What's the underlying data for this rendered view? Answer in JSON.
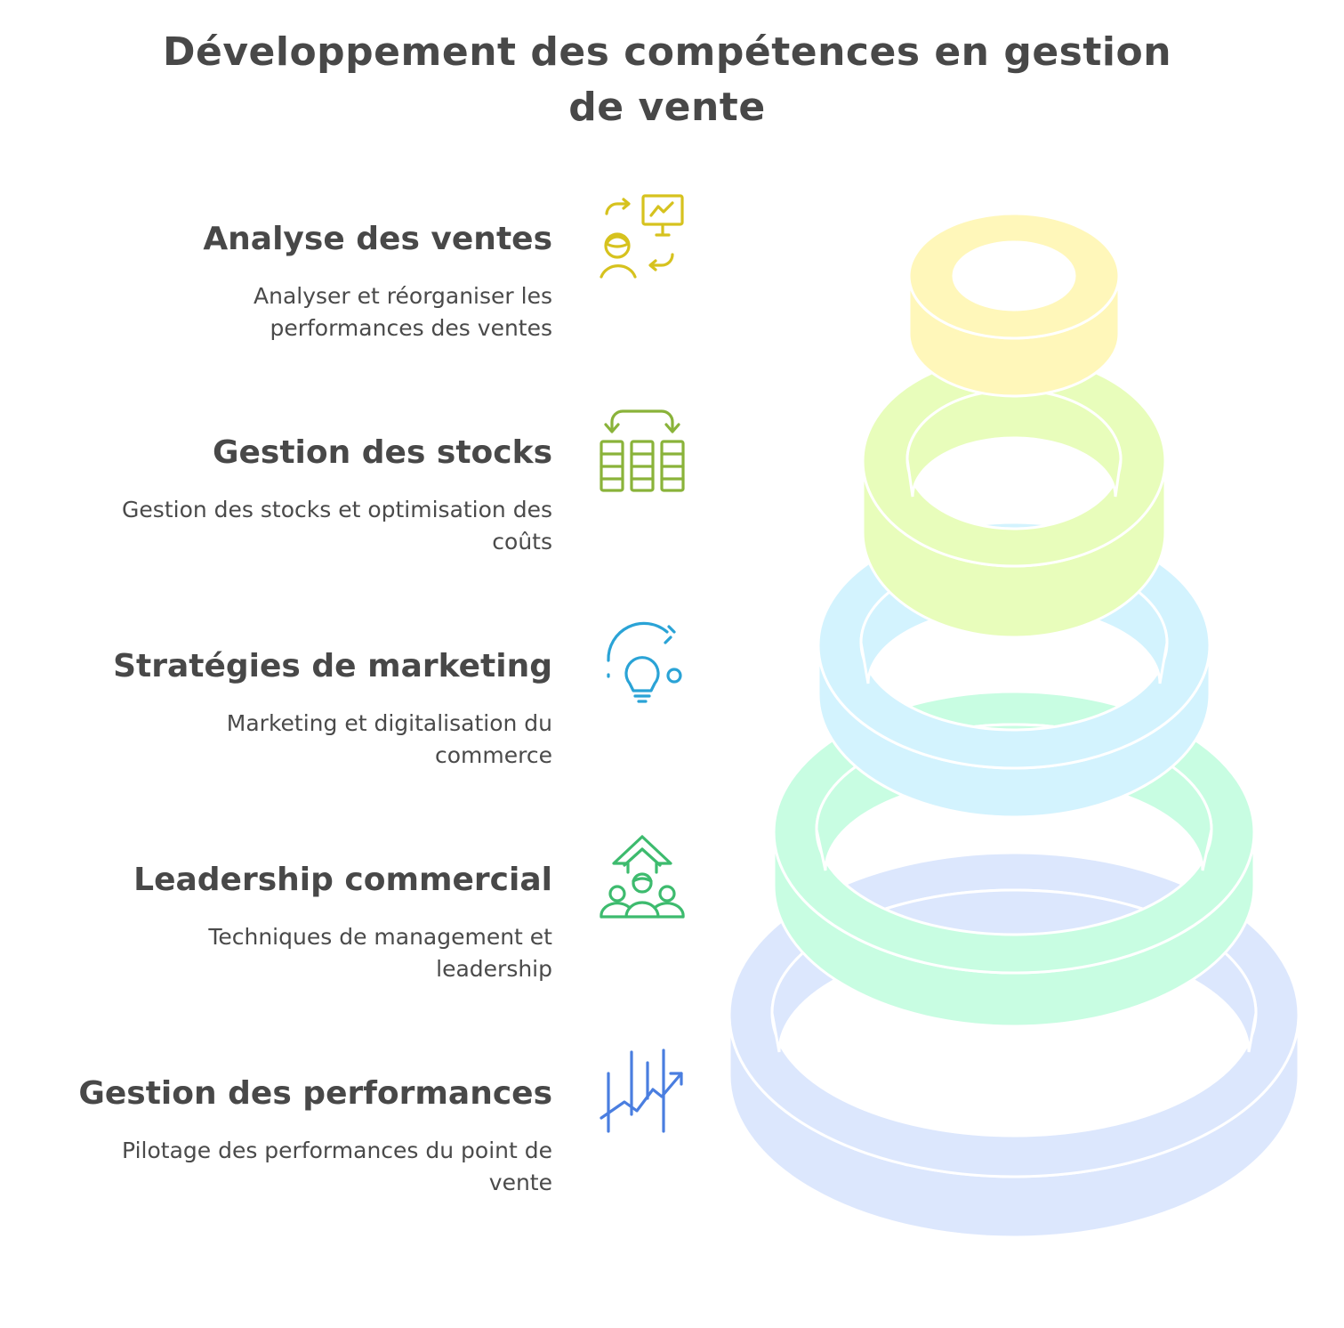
{
  "title": {
    "line1": "Développement des compétences en gestion",
    "line2": "de vente"
  },
  "levels": [
    {
      "heading": "Analyse des ventes",
      "desc_line1": "Analyser et réorganiser les",
      "desc_line2": "performances des ventes",
      "icon": "presentation-analysis-icon",
      "color": "#d6c21e",
      "ring_fill": "#fff7ba"
    },
    {
      "heading": "Gestion des stocks",
      "desc_line1": "Gestion des stocks et optimisation des",
      "desc_line2": "coûts",
      "icon": "inventory-grid-icon",
      "color": "#8ab33a",
      "ring_fill": "#e8fdbb"
    },
    {
      "heading": "Stratégies de marketing",
      "desc_line1": "Marketing et digitalisation du",
      "desc_line2": "commerce",
      "icon": "lightbulb-idea-icon",
      "color": "#2aa3d6",
      "ring_fill": "#d3f3fe"
    },
    {
      "heading": "Leadership commercial",
      "desc_line1": "Techniques de management et",
      "desc_line2": "leadership",
      "icon": "team-growth-icon",
      "color": "#3dbb6e",
      "ring_fill": "#c8fde2"
    },
    {
      "heading": "Gestion des performances",
      "desc_line1": "Pilotage des performances du point de",
      "desc_line2": "vente",
      "icon": "trend-chart-icon",
      "color": "#4a7ee0",
      "ring_fill": "#dce7fd"
    }
  ]
}
